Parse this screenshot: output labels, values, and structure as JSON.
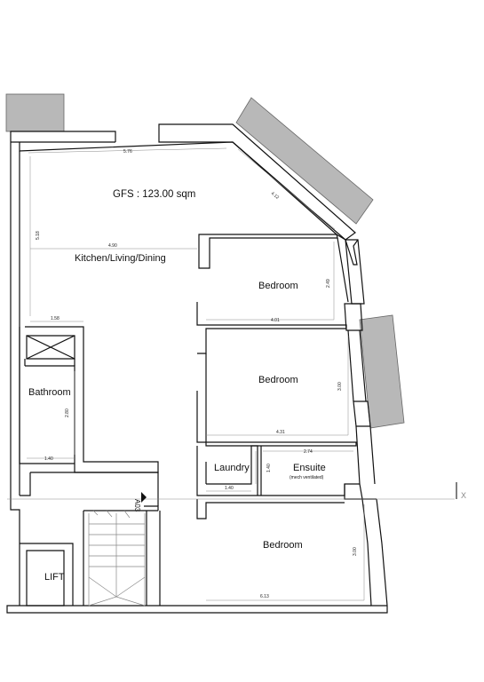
{
  "plan": {
    "gfs": "GFS :  123.00 sqm",
    "rooms": {
      "kitchen": "Kitchen/Living/Dining",
      "bedroom_top": "Bedroom",
      "bedroom_mid": "Bedroom",
      "bedroom_bottom": "Bedroom",
      "bathroom": "Bathroom",
      "laundry": "Laundry",
      "ensuite": "Ensuite",
      "ensuite_note": "(mech ventilated)",
      "lift": "LIFT"
    },
    "section_marker": "A03",
    "edge_marker": "X",
    "dimensions": {
      "top_width": "5.76",
      "diagonal": "4.12",
      "left_height": "5.18",
      "kitchen_width": "4.90",
      "bed1_height": "2.49",
      "bed1_width": "4.01",
      "corridor_width": "1.58",
      "bed2_height": "3.00",
      "bed2_width": "4.31",
      "bath_height": "2.80",
      "bath_width": "1.40",
      "ensuite_width": "2.74",
      "laundry_height": "1.40",
      "laundry_width": "1.40",
      "bed3_height": "3.00",
      "bed3_width": "6.13"
    }
  },
  "colors": {
    "wall": "#111111",
    "balcony": "#b4b4b4",
    "dimension_line": "#777777"
  }
}
